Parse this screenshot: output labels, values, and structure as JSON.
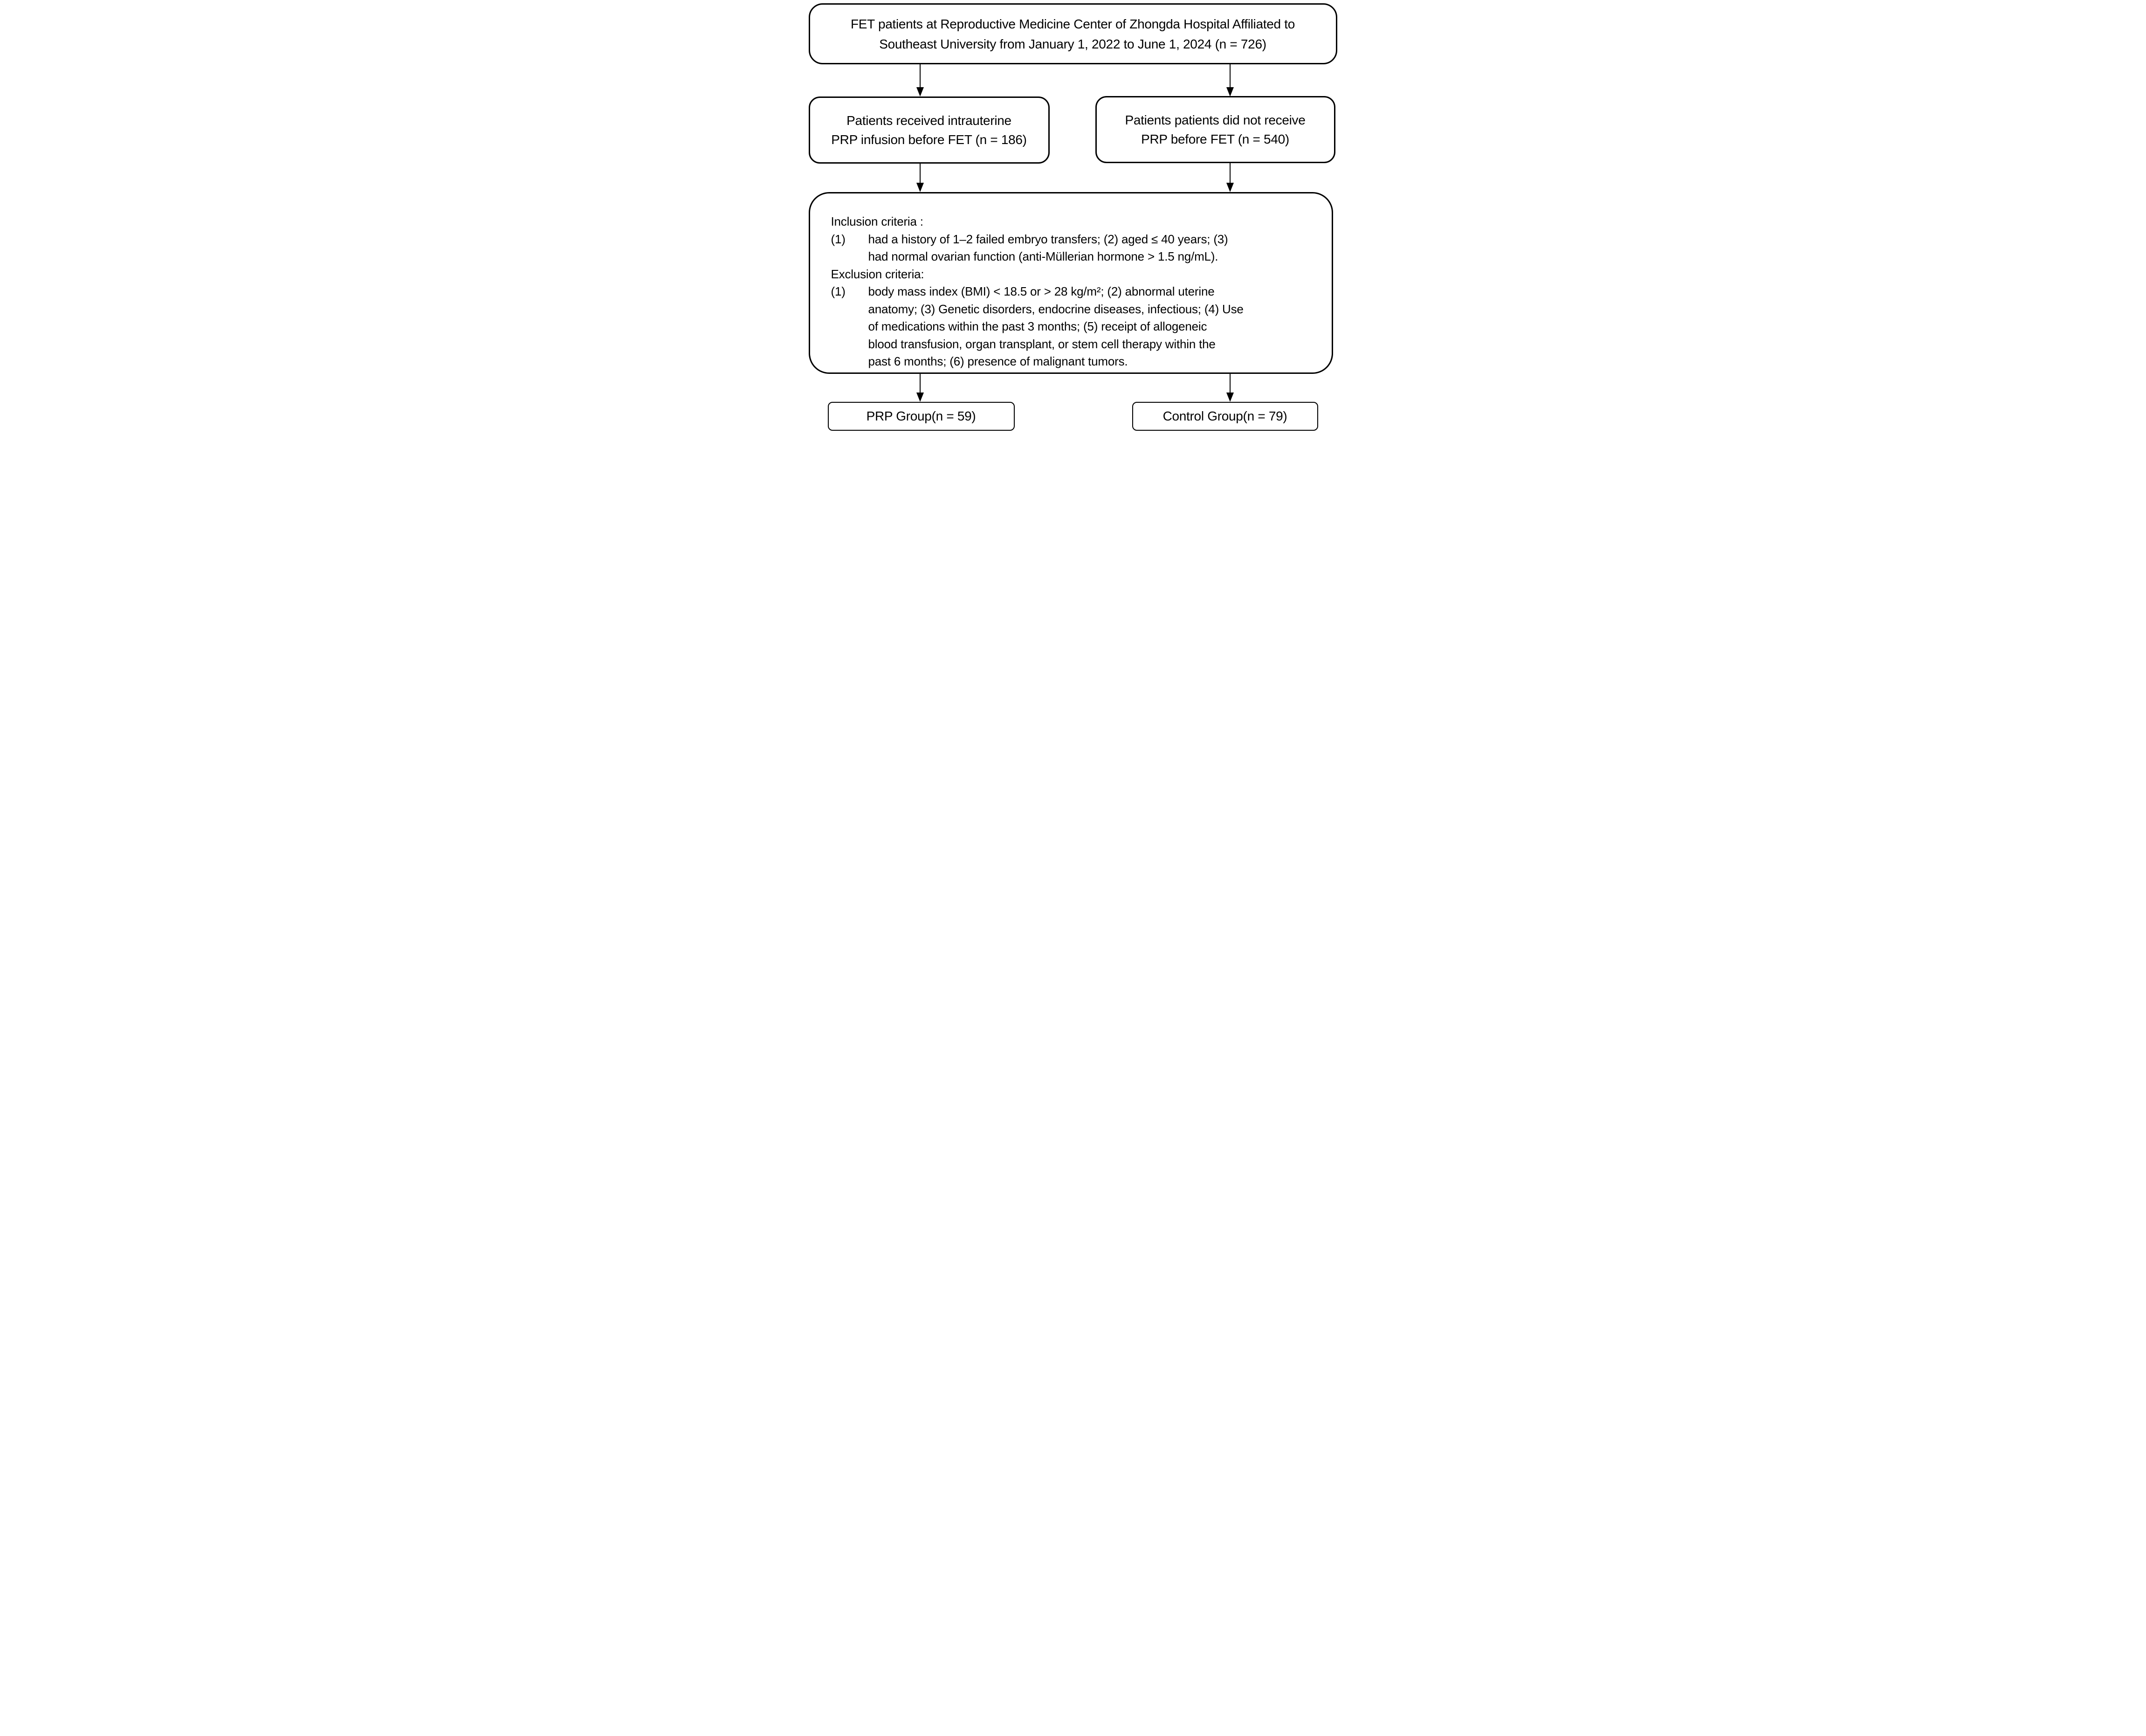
{
  "palette": {
    "background": "#ffffff",
    "line_color": "#000000",
    "text_color": "#000000"
  },
  "top_box": {
    "line1": "FET patients at Reproductive Medicine Center of Zhongda Hospital Affiliated to",
    "line2": "Southeast University from January 1, 2022 to June 1, 2024 (n = 726)"
  },
  "prp_box": {
    "line1": "Patients received intrauterine",
    "line2": "PRP infusion before FET (n = 186)"
  },
  "noprp_box": {
    "line1": "Patients patients did not receive",
    "line2": "PRP before FET (n = 540)"
  },
  "criteria_box": {
    "rows": [
      {
        "label": "",
        "text": "Inclusion criteria :"
      },
      {
        "label": "(1)",
        "text": "had a history of 1–2 failed embryo transfers; (2) aged ≤ 40 years; (3)"
      },
      {
        "label": "",
        "text": "had normal ovarian function (anti-Müllerian hormone > 1.5 ng/mL)."
      },
      {
        "label": "",
        "text": "Exclusion criteria:"
      },
      {
        "label": "(1)",
        "text": "body mass index (BMI) < 18.5 or > 28 kg/m²; (2) abnormal uterine"
      },
      {
        "label": "",
        "text": "anatomy; (3) Genetic disorders, endocrine diseases, infectious; (4) Use"
      },
      {
        "label": "",
        "text": "of medications within the past 3 months; (5) receipt of allogeneic"
      },
      {
        "label": "",
        "text": "blood transfusion, organ transplant, or stem cell therapy within the"
      },
      {
        "label": "",
        "text": "past 6 months; (6) presence of malignant tumors."
      }
    ]
  },
  "prp_group_box": {
    "label": "PRP Group(n = 59)"
  },
  "control_group_box": {
    "label": "Control Group(n = 79)"
  }
}
